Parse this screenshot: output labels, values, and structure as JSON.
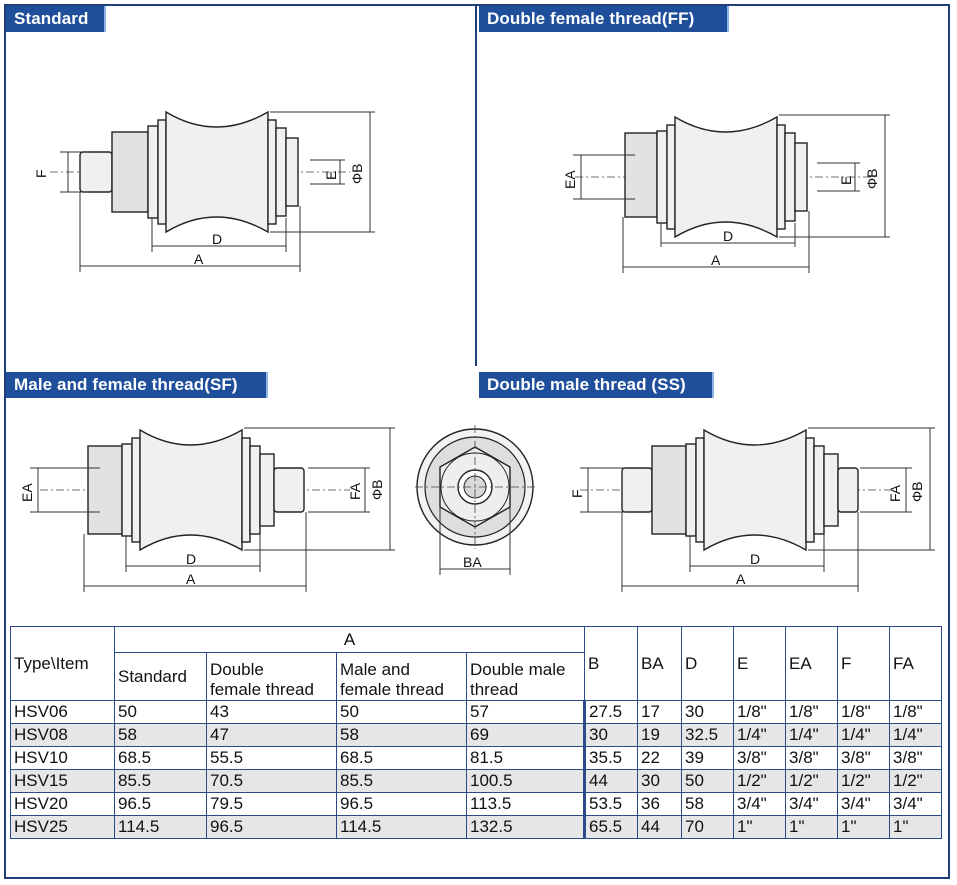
{
  "sections": {
    "standard": "Standard",
    "ff": "Double female thread(FF)",
    "sf": "Male and female thread(SF)",
    "ss": "Double male thread (SS)"
  },
  "labels": {
    "A": "A",
    "D": "D",
    "B": "ΦB",
    "E": "E",
    "F": "F",
    "EA": "EA",
    "FA": "FA",
    "BA": "BA"
  },
  "table": {
    "type_item": "Type\\Item",
    "A": "A",
    "a_cols": [
      "Standard",
      "Double\nfemale thread",
      "Male and\nfemale thread",
      "Double male\nthread"
    ],
    "cols": [
      "B",
      "BA",
      "D",
      "E",
      "EA",
      "F",
      "FA"
    ],
    "rows": [
      [
        "HSV06",
        "50",
        "43",
        "50",
        "57",
        "27.5",
        "17",
        "30",
        "1/8\"",
        "1/8\"",
        "1/8\"",
        "1/8\""
      ],
      [
        "HSV08",
        "58",
        "47",
        "58",
        "69",
        "30",
        "19",
        "32.5",
        "1/4\"",
        "1/4\"",
        "1/4\"",
        "1/4\""
      ],
      [
        "HSV10",
        "68.5",
        "55.5",
        "68.5",
        "81.5",
        "35.5",
        "22",
        "39",
        "3/8\"",
        "3/8\"",
        "3/8\"",
        "3/8\""
      ],
      [
        "HSV15",
        "85.5",
        "70.5",
        "85.5",
        "100.5",
        "44",
        "30",
        "50",
        "1/2\"",
        "1/2\"",
        "1/2\"",
        "1/2\""
      ],
      [
        "HSV20",
        "96.5",
        "79.5",
        "96.5",
        "113.5",
        "53.5",
        "36",
        "58",
        "3/4\"",
        "3/4\"",
        "3/4\"",
        "3/4\""
      ],
      [
        "HSV25",
        "114.5",
        "96.5",
        "114.5",
        "132.5",
        "65.5",
        "44",
        "70",
        "1\"",
        "1\"",
        "1\"",
        "1\""
      ]
    ]
  }
}
